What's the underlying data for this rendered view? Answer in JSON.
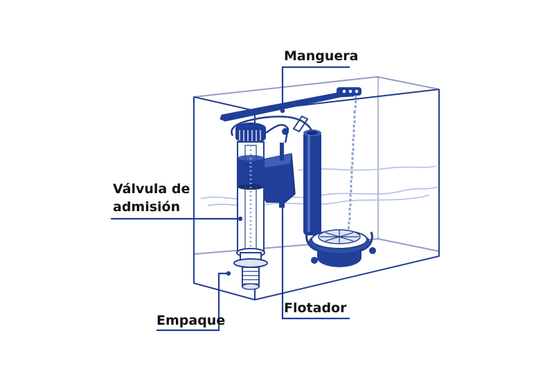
{
  "labels": {
    "manguera": "Manguera",
    "valvula_line1": "Válvula de",
    "valvula_line2": "admisión",
    "empaque": "Empaque",
    "flotador": "Flotador"
  },
  "colors": {
    "accent": "#1f3f99",
    "outline": "#233e8c",
    "light_blue": "#c9d6f0",
    "water_line": "#aebfe3",
    "text": "#111111",
    "background": "#ffffff"
  }
}
